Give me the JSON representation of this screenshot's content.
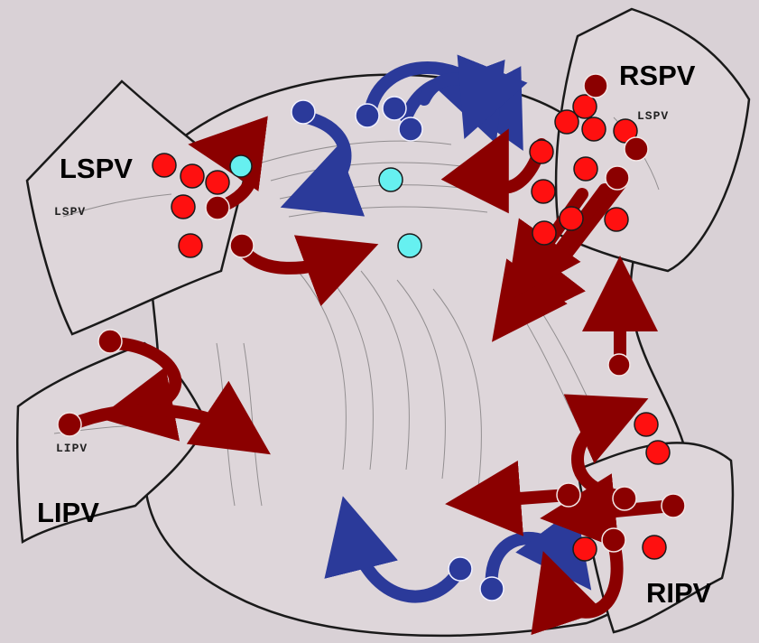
{
  "labels": {
    "lspv": "LSPV",
    "rspv": "RSPV",
    "lipv": "LIPV",
    "ripv": "RIPV"
  },
  "sketch_marks": {
    "lspv": "LSPV",
    "rspv": "LSPV",
    "lipv": "LIPV"
  },
  "colors": {
    "background": "#d9d1d6",
    "bright_red": "#ff1010",
    "dark_red": "#8b0000",
    "cyan": "#66f0f0",
    "navy": "#2b3a9a",
    "outline": "#1a1a1a"
  }
}
